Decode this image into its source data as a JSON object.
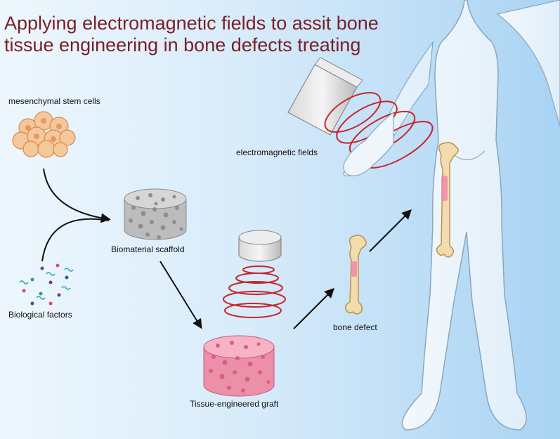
{
  "title": {
    "line1": "Applying electromagnetic fields to assit  bone",
    "line2": "tissue engineering in bone defects treating"
  },
  "labels": {
    "stem_cells": "mesenchymal stem cells",
    "biological_factors": "Biological factors",
    "scaffold": "Biomaterial scaffold",
    "graft": "Tissue-engineered graft",
    "em_fields": "electromagnetic fields",
    "bone_defect": "bone defect"
  },
  "colors": {
    "title": "#7a1f25",
    "coil": "#c8262b",
    "graft": "#f0a3b8",
    "scaffold": "#c9c9c9",
    "cell": "#f6c79a",
    "bone": "#f2dcae"
  }
}
